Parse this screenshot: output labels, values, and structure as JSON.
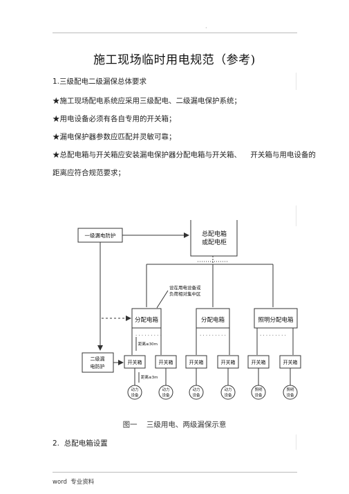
{
  "page": {
    "title": "施工现场临时用电规范（参考)",
    "sections": [
      {
        "heading": "1.三级配电二级漏保总体要求",
        "bullets": [
          "★施工现场配电系统应采用三级配电、二级漏电保护系统；",
          "★用电设备必须有各自专用的开关箱；",
          "★漏电保护器参数应匹配并灵敏可靠；",
          "★总配电箱与开关箱应安装漏电保护器分配电箱与开关箱、    开关箱与用电设备的",
          "距离应符合规范要求；"
        ]
      }
    ],
    "next_heading": "2.  总配电箱设置",
    "footer": "word  专业资料",
    "top_mark": "·"
  },
  "diagram": {
    "caption": "图一    三级用电、两级漏保示意",
    "level1_leakage": "一级漏电防护",
    "main_box": [
      "总配电箱",
      "或配电柜"
    ],
    "note": [
      "设在用电设备或",
      "负荷相对集中区"
    ],
    "dist_boxes": [
      "分配电箱",
      "分配电箱",
      "照明分配电箱"
    ],
    "level2_leakage": [
      "二级漏",
      "电防护"
    ],
    "distance1": "距离≤30m",
    "distance2": "距离≤3m",
    "switch_box": "开关箱",
    "equipment": [
      [
        "动力",
        "设备"
      ],
      [
        "动力",
        "设备"
      ],
      [
        "动力",
        "设备"
      ],
      [
        "动力",
        "设备"
      ],
      [
        "照明",
        "设备"
      ],
      [
        "照明",
        "设备"
      ]
    ]
  }
}
